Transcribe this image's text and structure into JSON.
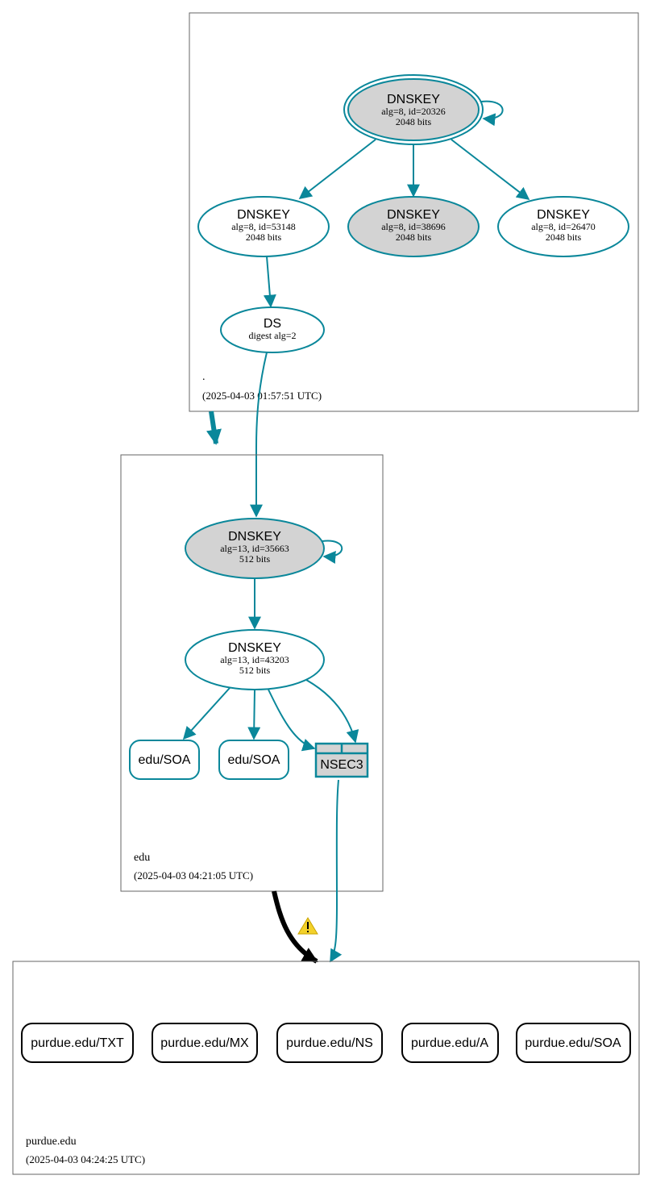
{
  "zones": {
    "root": {
      "name": ".",
      "timestamp": "(2025-04-03 01:57:51 UTC)"
    },
    "edu": {
      "name": "edu",
      "timestamp": "(2025-04-03 04:21:05 UTC)"
    },
    "purdue": {
      "name": "purdue.edu",
      "timestamp": "(2025-04-03 04:24:25 UTC)"
    }
  },
  "nodes": {
    "root_ksk": {
      "title": "DNSKEY",
      "line1": "alg=8, id=20326",
      "line2": "2048 bits"
    },
    "root_zsk1": {
      "title": "DNSKEY",
      "line1": "alg=8, id=53148",
      "line2": "2048 bits"
    },
    "root_zsk2": {
      "title": "DNSKEY",
      "line1": "alg=8, id=38696",
      "line2": "2048 bits"
    },
    "root_zsk3": {
      "title": "DNSKEY",
      "line1": "alg=8, id=26470",
      "line2": "2048 bits"
    },
    "edu_ds": {
      "title": "DS",
      "line1": "digest alg=2"
    },
    "edu_ksk": {
      "title": "DNSKEY",
      "line1": "alg=13, id=35663",
      "line2": "512 bits"
    },
    "edu_zsk": {
      "title": "DNSKEY",
      "line1": "alg=13, id=43203",
      "line2": "512 bits"
    },
    "edu_soa1": {
      "label": "edu/SOA"
    },
    "edu_soa2": {
      "label": "edu/SOA"
    },
    "nsec3": {
      "label": "NSEC3"
    },
    "purdue_txt": {
      "label": "purdue.edu/TXT"
    },
    "purdue_mx": {
      "label": "purdue.edu/MX"
    },
    "purdue_ns": {
      "label": "purdue.edu/NS"
    },
    "purdue_a": {
      "label": "purdue.edu/A"
    },
    "purdue_soa": {
      "label": "purdue.edu/SOA"
    }
  },
  "colors": {
    "secure_teal": "#0a879a",
    "sep_fill": "#d3d3d3",
    "insecure_black": "#000000",
    "warning_yellow": "#f3d12a"
  },
  "icons": {
    "warning": "warning-icon"
  }
}
